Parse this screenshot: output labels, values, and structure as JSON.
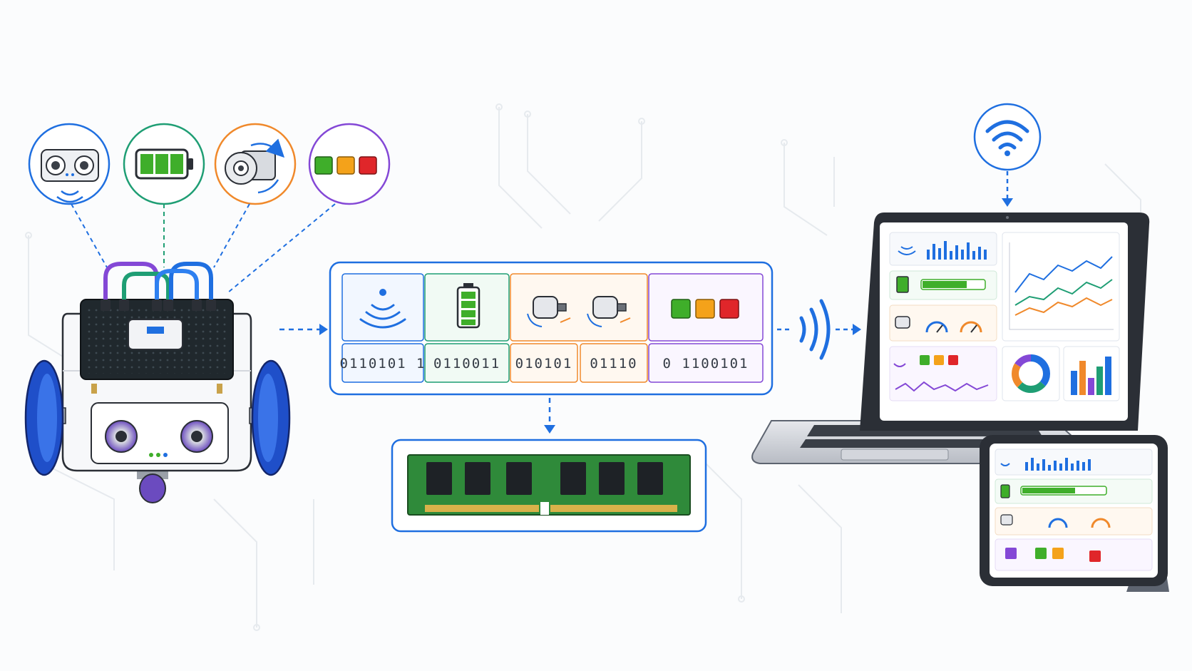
{
  "colors": {
    "blue": "#1f6fe0",
    "green": "#1f9e74",
    "orange": "#f0892b",
    "purple": "#8448d6",
    "cube_green": "#3fae2a",
    "cube_orange": "#f4a21a",
    "cube_red": "#e0262a",
    "board": "#20282d",
    "ram_pcb": "#2f8a3a"
  },
  "sensors": [
    {
      "name": "ultrasonic-distance",
      "icon": "ultrasonic-sensor-icon",
      "color": "blue"
    },
    {
      "name": "battery-level",
      "icon": "battery-icon",
      "color": "green"
    },
    {
      "name": "motor-rotation",
      "icon": "motor-icon",
      "color": "orange"
    },
    {
      "name": "color-detection",
      "icon": "color-cubes-icon",
      "color": "purple"
    }
  ],
  "data_packet": {
    "binary": [
      "0110101 1",
      "0110011",
      "010101",
      "01110",
      "0 1100101"
    ]
  },
  "memory": {
    "icon": "ram-module-icon"
  },
  "wireless": {
    "icon": "wifi-icon"
  }
}
